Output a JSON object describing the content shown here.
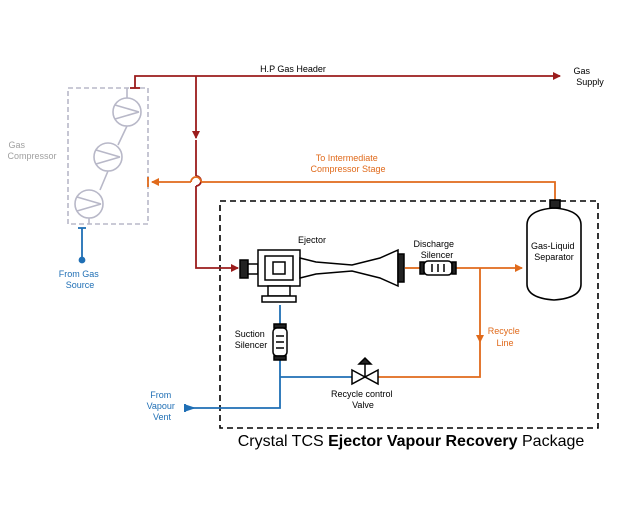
{
  "colors": {
    "gas_header": "#9b1c1c",
    "recycle": "#e06a1b",
    "vapour": "#1f6fb5",
    "compressor_outline": "#b8b8c8",
    "equipment": "#000000",
    "faded_text": "#a0a0a0"
  },
  "labels": {
    "hp_gas_header": "H.P Gas Header",
    "gas_supply_1": "Gas",
    "gas_supply_2": "Supply",
    "gas_compressor_1": "Gas",
    "gas_compressor_2": "Compressor",
    "to_intermediate_1": "To Intermediate",
    "to_intermediate_2": "Compressor Stage",
    "ejector": "Ejector",
    "discharge_silencer_1": "Discharge",
    "discharge_silencer_2": "Silencer",
    "separator_1": "Gas-Liquid",
    "separator_2": "Separator",
    "suction_silencer_1": "Suction",
    "suction_silencer_2": "Silencer",
    "recycle_line_1": "Recycle",
    "recycle_line_2": "Line",
    "recycle_valve_1": "Recycle control",
    "recycle_valve_2": "Valve",
    "from_gas_source_1": "From Gas",
    "from_gas_source_2": "Source",
    "from_vapour_vent_1": "From",
    "from_vapour_vent_2": "Vapour",
    "from_vapour_vent_3": "Vent"
  },
  "package_title": {
    "prefix": "Crystal TCS ",
    "bold": "Ejector Vapour Recovery",
    "suffix": " Package"
  }
}
